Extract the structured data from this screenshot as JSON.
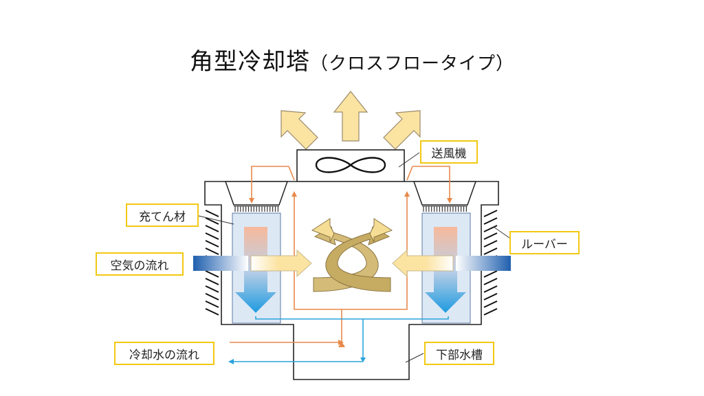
{
  "title": {
    "main": "角型冷却塔",
    "sub": "（クロスフロータイプ）"
  },
  "labels": {
    "fan": "送風機",
    "fill": "充てん材",
    "louver": "ルーバー",
    "airflow": "空気の流れ",
    "water_flow": "冷却水の流れ",
    "basin": "下部水槽"
  },
  "colors": {
    "callout_border": "#f2c811",
    "outline": "#222222",
    "warm_water": "#e8894a",
    "cool_water": "#2aa3dc",
    "air_arrow": "#fbe3a2",
    "air_arrow_stroke": "#9a8a6a",
    "swirl": "#cdb36f",
    "fill_panel": "#dde8f5",
    "inlet_blue": "#1f5fae"
  },
  "icons": {
    "fan": "infinity-fan-icon"
  }
}
